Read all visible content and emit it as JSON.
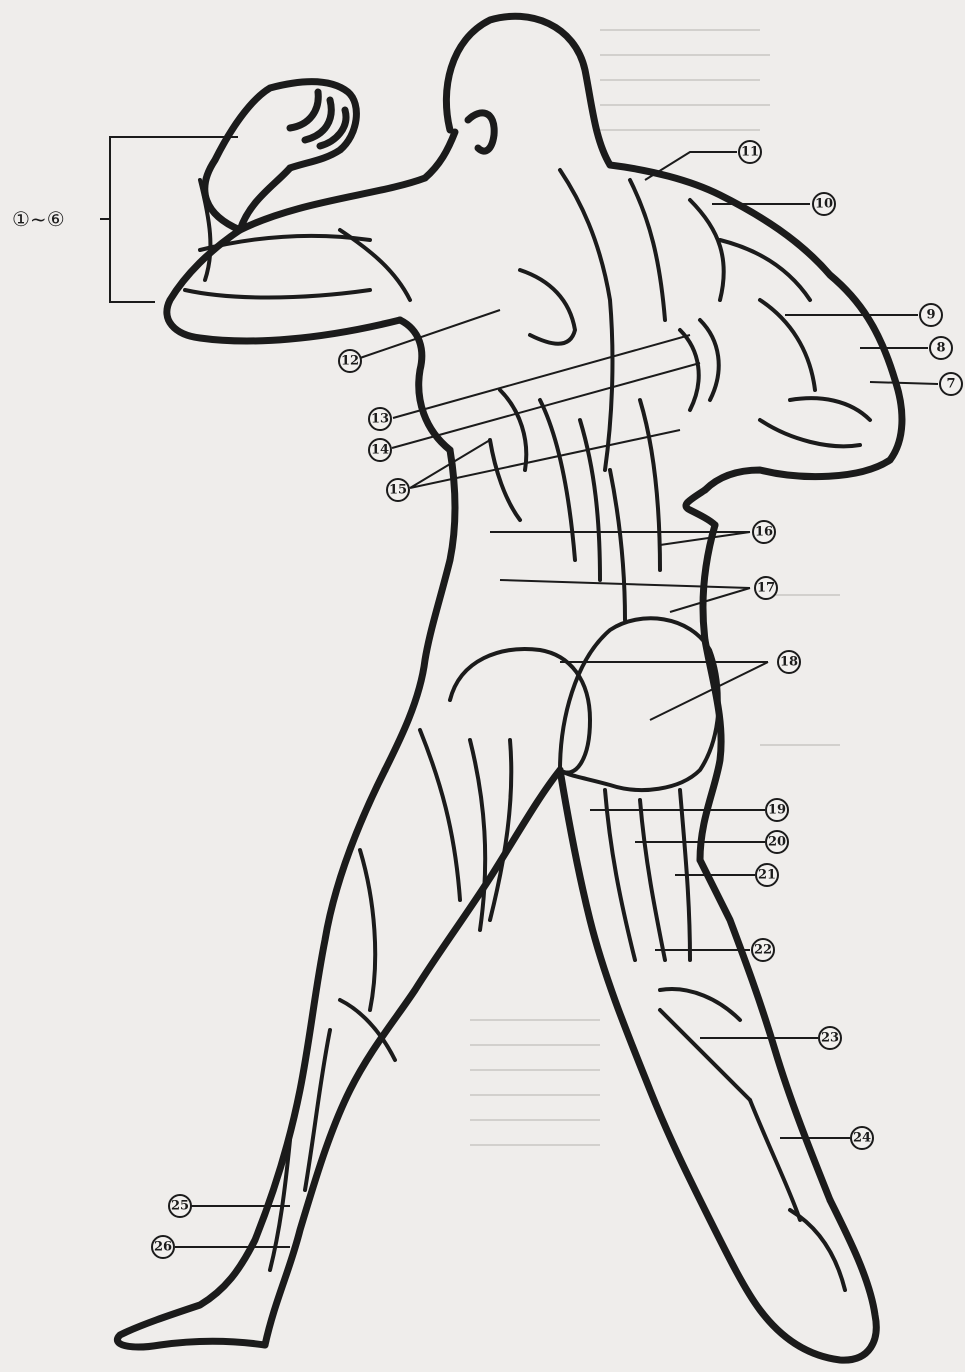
{
  "diagram": {
    "range_label": "①~⑥",
    "callouts": [
      {
        "id": "c7",
        "label": "7"
      },
      {
        "id": "c8",
        "label": "8"
      },
      {
        "id": "c9",
        "label": "9"
      },
      {
        "id": "c10",
        "label": "10"
      },
      {
        "id": "c11",
        "label": "11"
      },
      {
        "id": "c12",
        "label": "12"
      },
      {
        "id": "c13",
        "label": "13"
      },
      {
        "id": "c14",
        "label": "14"
      },
      {
        "id": "c15",
        "label": "15"
      },
      {
        "id": "c16",
        "label": "16"
      },
      {
        "id": "c17",
        "label": "17"
      },
      {
        "id": "c18",
        "label": "18"
      },
      {
        "id": "c19",
        "label": "19"
      },
      {
        "id": "c20",
        "label": "20"
      },
      {
        "id": "c21",
        "label": "21"
      },
      {
        "id": "c22",
        "label": "22"
      },
      {
        "id": "c23",
        "label": "23"
      },
      {
        "id": "c24",
        "label": "24"
      },
      {
        "id": "c25",
        "label": "25"
      },
      {
        "id": "c26",
        "label": "26"
      }
    ]
  }
}
